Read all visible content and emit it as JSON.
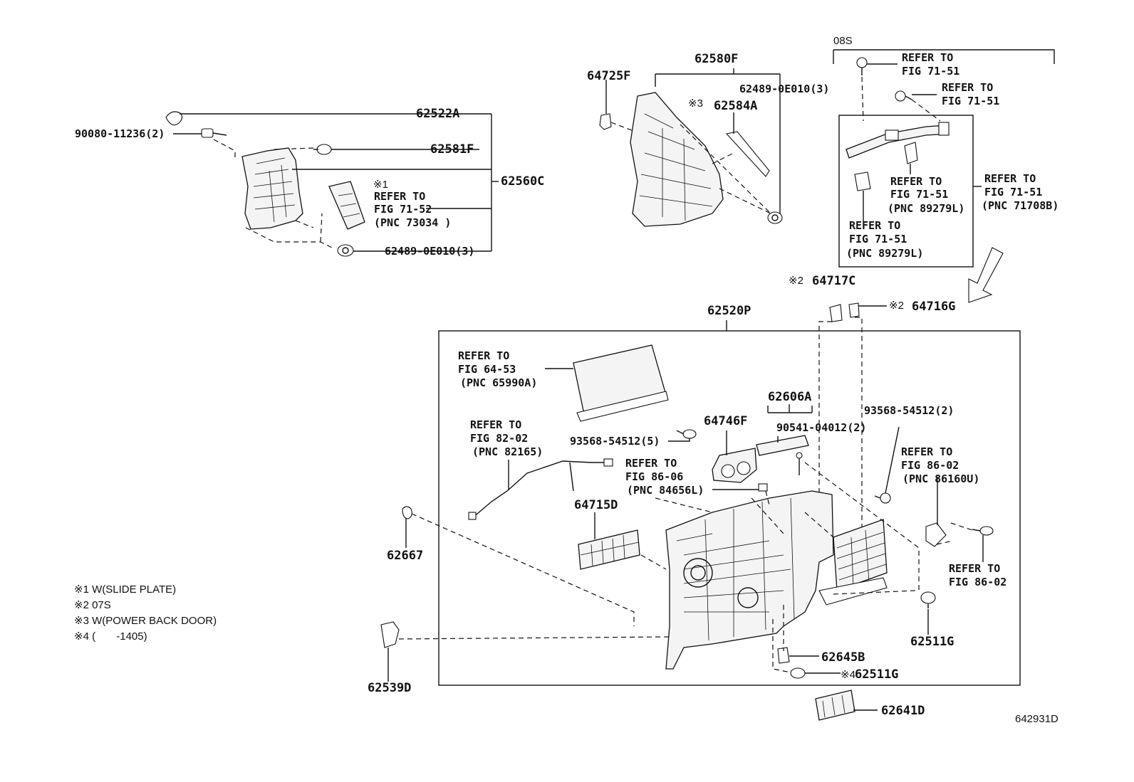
{
  "labels": {
    "p62522a": "62522A",
    "p90080": "90080-11236(2)",
    "p62581f": "62581F",
    "p62560c": "62560C",
    "p62489a": "62489-0E010(3)",
    "p62580f": "62580F",
    "p64725f": "64725F",
    "p62489b": "62489-0E010(3)",
    "p62584a": "62584A",
    "p62520p": "62520P",
    "p64717c": "64717C",
    "p64716g": "64716G",
    "p62606a": "62606A",
    "p64746f": "64746F",
    "p90541": "90541-04012(2)",
    "p93568a": "93568-54512(5)",
    "p93568b": "93568-54512(2)",
    "p64715d": "64715D",
    "p62667": "62667",
    "p62511g_a": "62511G",
    "p62645b": "62645B",
    "p62511g_b": "62511G",
    "p62539d": "62539D",
    "p62641d": "62641D",
    "fig_id": "642931D",
    "variant_08s": "08S"
  },
  "marks": {
    "m1": "※1",
    "m2a": "※2",
    "m2b": "※2",
    "m3": "※3",
    "m4": "※4"
  },
  "refs": {
    "r1": {
      "l1": "REFER TO",
      "l2": "FIG 71-52",
      "l3": "(PNC 73034 )"
    },
    "r2": {
      "l1": "REFER TO",
      "l2": "FIG 71-51"
    },
    "r3": {
      "l1": "REFER TO",
      "l2": "FIG 71-51"
    },
    "r4": {
      "l1": "REFER TO",
      "l2": "FIG 71-51",
      "l3": "(PNC 89279L)"
    },
    "r5": {
      "l1": "REFER TO",
      "l2": "FIG 71-51",
      "l3": "(PNC 71708B)"
    },
    "r6": {
      "l1": "REFER TO",
      "l2": "FIG 71-51",
      "l3": "(PNC 89279L)"
    },
    "r7": {
      "l1": "REFER TO",
      "l2": "FIG 64-53",
      "l3": "(PNC 65990A)"
    },
    "r8": {
      "l1": "REFER TO",
      "l2": "FIG 82-02",
      "l3": "(PNC 82165)"
    },
    "r9": {
      "l1": "REFER TO",
      "l2": "FIG 86-06",
      "l3": "(PNC 84656L)"
    },
    "r10": {
      "l1": "REFER TO",
      "l2": "FIG 86-02",
      "l3": "(PNC 86160U)"
    },
    "r11": {
      "l1": "REFER TO",
      "l2": "FIG 86-02"
    }
  },
  "legend": [
    "※1 W(SLIDE PLATE)",
    "※2 07S",
    "※3 W(POWER BACK DOOR)",
    "※4 (       -1405)"
  ]
}
